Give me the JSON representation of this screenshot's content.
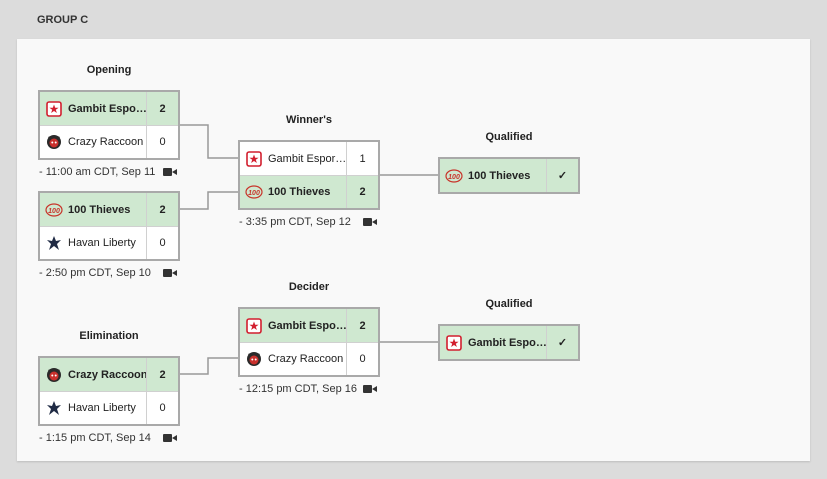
{
  "group_title": "GROUP C",
  "rounds": {
    "opening": "Opening",
    "winners": "Winner's",
    "qualified_top": "Qualified",
    "decider": "Decider",
    "qualified_bottom": "Qualified",
    "elimination": "Elimination"
  },
  "matches": {
    "opening1": {
      "teams": [
        {
          "name": "Gambit Espo…",
          "score": "2",
          "logo": "gambit-logo"
        },
        {
          "name": "Crazy Raccoon",
          "score": "0",
          "logo": "crazy-raccoon-logo"
        }
      ],
      "time": "11:00 am CDT, Sep 11"
    },
    "opening2": {
      "teams": [
        {
          "name": "100 Thieves",
          "score": "2",
          "logo": "100-thieves-logo"
        },
        {
          "name": "Havan Liberty",
          "score": "0",
          "logo": "havan-liberty-logo"
        }
      ],
      "time": "2:50 pm CDT, Sep 10"
    },
    "winners": {
      "teams": [
        {
          "name": "Gambit Espor…",
          "score": "1",
          "logo": "gambit-logo"
        },
        {
          "name": "100 Thieves",
          "score": "2",
          "logo": "100-thieves-logo"
        }
      ],
      "time": "3:35 pm CDT, Sep 12"
    },
    "decider": {
      "teams": [
        {
          "name": "Gambit Espo…",
          "score": "2",
          "logo": "gambit-logo"
        },
        {
          "name": "Crazy Raccoon",
          "score": "0",
          "logo": "crazy-raccoon-logo"
        }
      ],
      "time": "12:15 pm CDT, Sep 16"
    },
    "elimination": {
      "teams": [
        {
          "name": "Crazy Raccoon",
          "score": "2",
          "logo": "crazy-raccoon-logo"
        },
        {
          "name": "Havan Liberty",
          "score": "0",
          "logo": "havan-liberty-logo"
        }
      ],
      "time": "1:15 pm CDT, Sep 14"
    }
  },
  "qualified": {
    "top": {
      "name": "100 Thieves",
      "mark": "✓",
      "logo": "100-thieves-logo"
    },
    "bottom": {
      "name": "Gambit Espo…",
      "mark": "✓",
      "logo": "gambit-logo"
    }
  },
  "time_prefix": "-",
  "colors": {
    "winner_row": "#cfe8d0",
    "border": "#a9a9a9",
    "gambit": "#d21f2f",
    "thieves": "#c8342a"
  }
}
